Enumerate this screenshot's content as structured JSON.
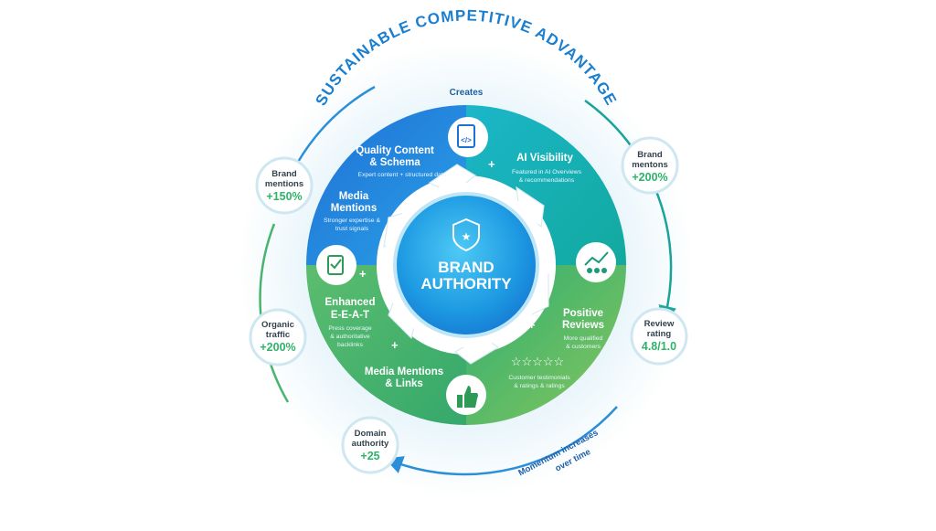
{
  "title": "SUSTAINABLE COMPETITIVE ADVANTAGE",
  "top_label": "Creates",
  "center": {
    "line1": "BRAND",
    "line2": "AUTHORITY"
  },
  "segments": {
    "quality": {
      "title1": "Quality Content",
      "title2": "& Schema",
      "sub1": "Expert content + structured data"
    },
    "ai": {
      "title1": "AI Visibility",
      "sub1": "Featured in AI Overviews",
      "sub2": "& recommendations"
    },
    "media": {
      "title1": "Media",
      "title2": "Mentions",
      "sub1": "Stronger expertise &",
      "sub2": "trust signals"
    },
    "eeat": {
      "title1": "Enhanced",
      "title2": "E-E-A-T",
      "sub1": "Press coverage",
      "sub2": "& authoritative",
      "sub3": "backlinks"
    },
    "links": {
      "title1": "Media Mentions",
      "title2": "& Links"
    },
    "reviews": {
      "title1": "Positive",
      "title2": "Reviews",
      "sub1": "More qualified",
      "sub2": "& customers"
    },
    "testimonials": {
      "sub1": "Customer testimonials",
      "sub2": "& ratings & ratings",
      "stars": "☆☆☆☆☆"
    }
  },
  "thumb_stars": "★★★★★",
  "badges": {
    "brand_left": {
      "line1": "Brand",
      "line2": "mentions",
      "value": "+150%"
    },
    "brand_right": {
      "line1": "Brand",
      "line2": "mentons",
      "value": "+200%"
    },
    "organic": {
      "line1": "Organic",
      "line2": "traffic",
      "value": "+200%"
    },
    "review": {
      "line1": "Review",
      "line2": "rating",
      "value": "4.8/1.0"
    },
    "domain": {
      "line1": "Domain",
      "line2": "authority",
      "value": "+25"
    }
  },
  "momentum": {
    "line1": "Momentum increases",
    "line2": "over time"
  },
  "colors": {
    "blue_dark": "#1e73d8",
    "blue_mid": "#2a9be0",
    "teal": "#15b3b6",
    "green_dark": "#2ea86a",
    "green_light": "#78c35f",
    "title_blue": "#1a7fd0",
    "value_green": "#2fb36a"
  }
}
